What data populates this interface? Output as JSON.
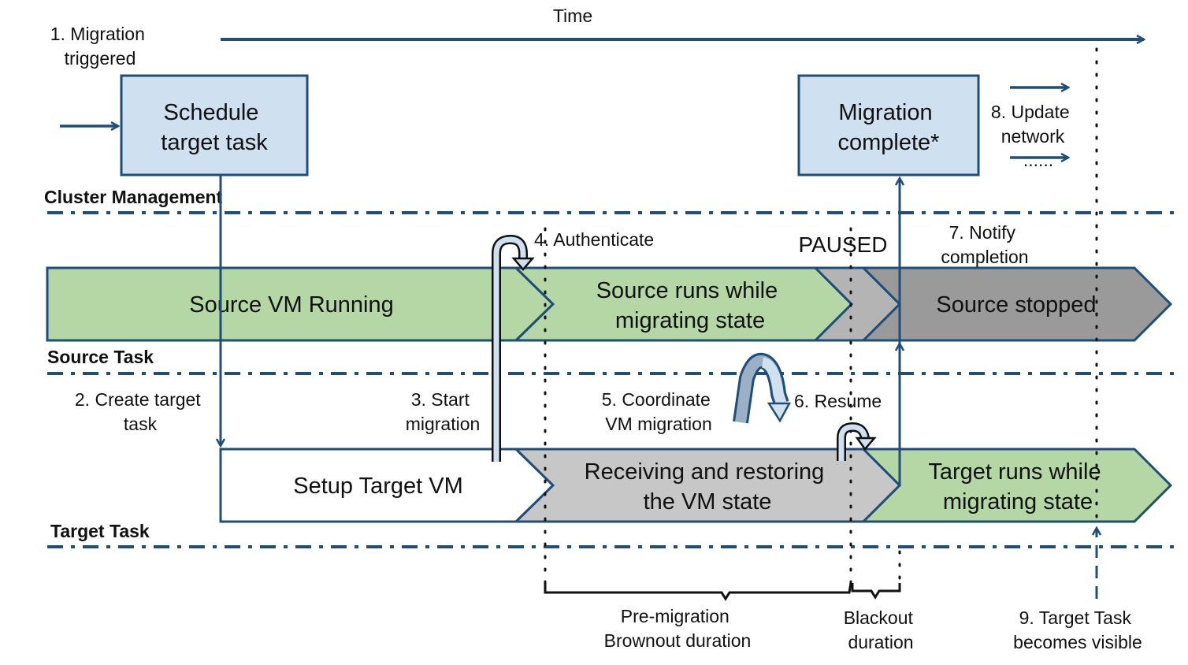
{
  "title": "VM live migration timeline",
  "colors": {
    "line": "#1f4e79",
    "box_fill": "#cfe0f1",
    "green": "#b5d7a5",
    "light_gray": "#c7c7c7",
    "mid_gray": "#b4b4b4",
    "dark_gray": "#9a9a9a",
    "white": "#ffffff",
    "text": "#111111"
  },
  "time_axis": {
    "label": "Time"
  },
  "lanes": [
    {
      "id": "cluster",
      "label": "Cluster Management"
    },
    {
      "id": "source",
      "label": "Source Task"
    },
    {
      "id": "target",
      "label": "Target Task"
    }
  ],
  "boxes": {
    "schedule": {
      "lines": [
        "Schedule",
        "target task"
      ]
    },
    "complete": {
      "lines": [
        "Migration",
        "complete*"
      ]
    }
  },
  "source_phases": [
    {
      "lines": [
        "Source VM Running"
      ]
    },
    {
      "lines": [
        "Source runs while",
        "migrating state"
      ]
    },
    {
      "lines": [
        ""
      ]
    },
    {
      "lines": [
        "Source stopped"
      ]
    }
  ],
  "target_phases": [
    {
      "lines": [
        "Setup Target VM"
      ]
    },
    {
      "lines": [
        "Receiving and restoring",
        "the VM state"
      ]
    },
    {
      "lines": [
        "Target  runs while",
        "migrating state"
      ]
    }
  ],
  "steps": {
    "s1": [
      "1. Migration",
      "triggered"
    ],
    "s2": [
      "2. Create target",
      "task"
    ],
    "s3": [
      "3. Start",
      "migration"
    ],
    "s4": [
      "4. Authenticate"
    ],
    "s5": [
      "5. Coordinate",
      "VM migration"
    ],
    "s6": [
      "6. Resume"
    ],
    "s7": [
      "7. Notify",
      "completion"
    ],
    "s8": [
      "8. Update",
      "network"
    ],
    "s9": [
      "9. Target Task",
      "becomes visible"
    ]
  },
  "paused_label": "PAUSED",
  "update_network_dots": "......",
  "durations": {
    "brownout": [
      "Pre-migration",
      "Brownout duration"
    ],
    "blackout": [
      "Blackout",
      "duration"
    ]
  }
}
